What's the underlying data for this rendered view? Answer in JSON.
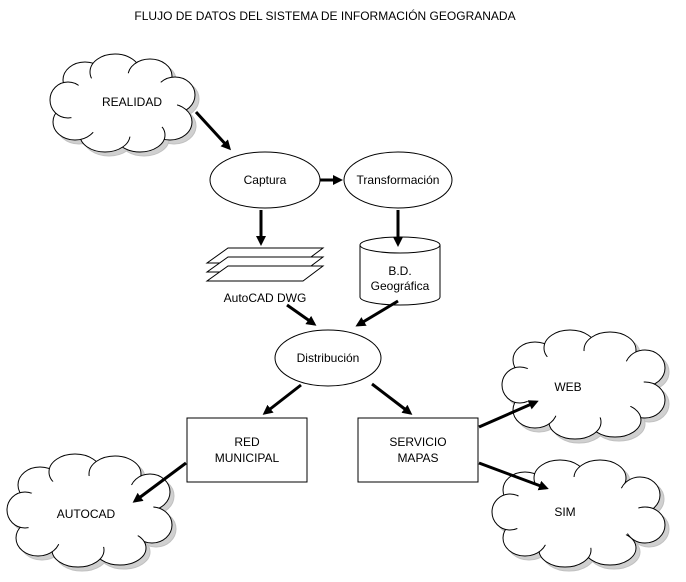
{
  "title": "FLUJO DE DATOS DEL SISTEMA DE INFORMACIÓN GEOGRANADA",
  "nodes": {
    "realidad": "REALIDAD",
    "captura": "Captura",
    "transformacion": "Transformación",
    "autocad_dwg": "AutoCAD DWG",
    "bd_line1": "B.D.",
    "bd_line2": "Geográfica",
    "distribucion": "Distribución",
    "red_line1": "RED",
    "red_line2": "MUNICIPAL",
    "servicio_line1": "SERVICIO",
    "servicio_line2": "MAPAS",
    "web": "WEB",
    "sim": "SIM",
    "autocad": "AUTOCAD"
  },
  "colors": {
    "stroke": "#000000",
    "shadow": "#c0c0c0",
    "fill": "#ffffff"
  }
}
